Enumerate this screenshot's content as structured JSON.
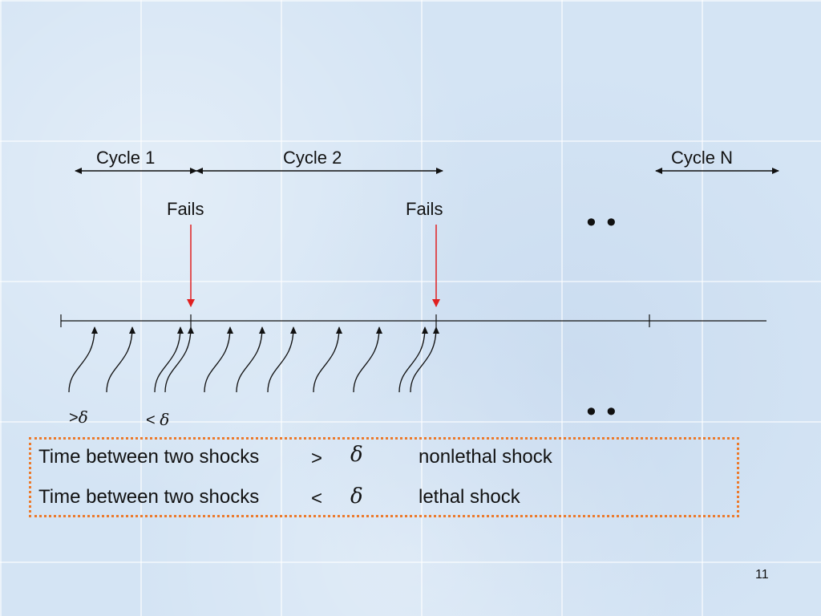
{
  "cycles": [
    {
      "label": "Cycle 1"
    },
    {
      "label": "Cycle 2"
    },
    {
      "label": "Cycle N"
    }
  ],
  "fails": [
    "Fails",
    "Fails"
  ],
  "ellipsis": "••",
  "shock_labels": {
    "greater": ">",
    "less": "<",
    "delta_symbol": "δ"
  },
  "legend": {
    "rows": [
      {
        "text": "Time between two shocks",
        "op": ">",
        "symbol": "δ",
        "result": "nonlethal shock"
      },
      {
        "text": "Time between two shocks",
        "op": "<",
        "symbol": "δ",
        "result": "lethal shock"
      }
    ],
    "border_color": "#ec7a2c"
  },
  "colors": {
    "fail_arrow": "#e02020",
    "line": "#111111"
  },
  "slide_number": "11"
}
